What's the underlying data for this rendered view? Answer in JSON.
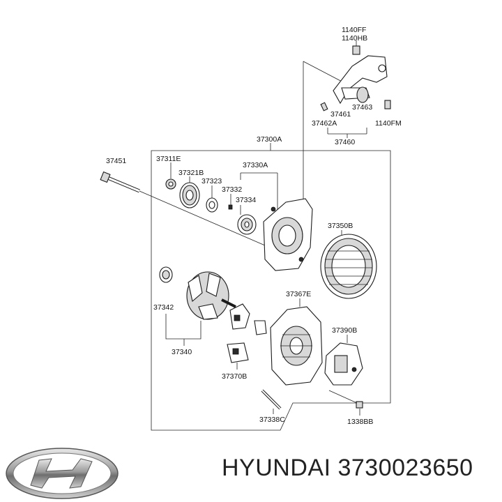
{
  "diagram": {
    "labels": [
      {
        "id": "l1140ff",
        "text": "1140FF"
      },
      {
        "id": "l1140hb",
        "text": "1140HB"
      },
      {
        "id": "l37463",
        "text": "37463"
      },
      {
        "id": "l37461",
        "text": "37461"
      },
      {
        "id": "l37462a",
        "text": "37462A"
      },
      {
        "id": "l1140fm",
        "text": "1140FM"
      },
      {
        "id": "l37460",
        "text": "37460"
      },
      {
        "id": "l37300a",
        "text": "37300A"
      },
      {
        "id": "l37451",
        "text": "37451"
      },
      {
        "id": "l37311e",
        "text": "37311E"
      },
      {
        "id": "l37321b",
        "text": "37321B"
      },
      {
        "id": "l37323",
        "text": "37323"
      },
      {
        "id": "l37330a",
        "text": "37330A"
      },
      {
        "id": "l37332",
        "text": "37332"
      },
      {
        "id": "l37334",
        "text": "37334"
      },
      {
        "id": "l37350b",
        "text": "37350B"
      },
      {
        "id": "l37342",
        "text": "37342"
      },
      {
        "id": "l37340",
        "text": "37340"
      },
      {
        "id": "l37367e",
        "text": "37367E"
      },
      {
        "id": "l37390b",
        "text": "37390B"
      },
      {
        "id": "l37370b",
        "text": "37370B"
      },
      {
        "id": "l37338c",
        "text": "37338C"
      },
      {
        "id": "l1338bb",
        "text": "1338BB"
      }
    ]
  },
  "footer": {
    "brand_part": "HYUNDAI 3730023650",
    "logo_icon": "hyundai-logo-icon"
  }
}
